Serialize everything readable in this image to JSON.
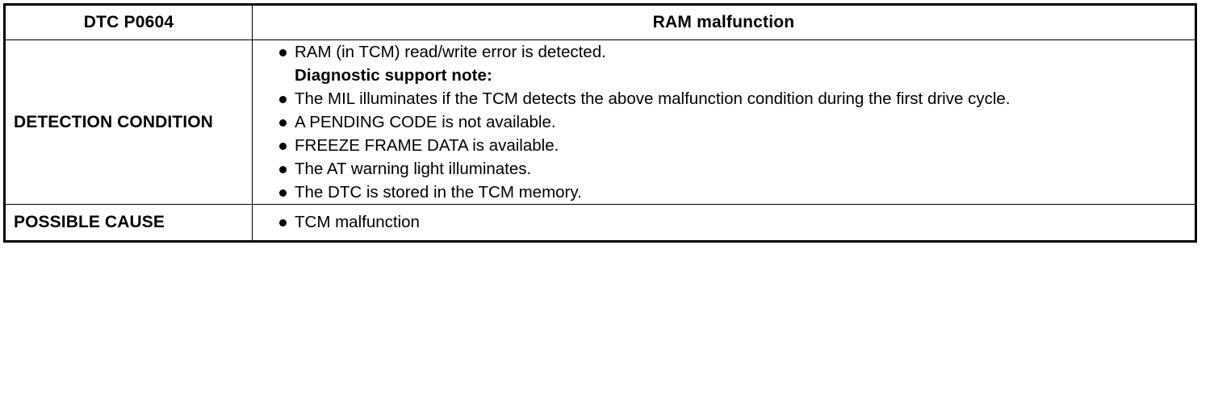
{
  "table": {
    "header": {
      "dtc_code": "DTC P0604",
      "fault_name": "RAM malfunction"
    },
    "rows": [
      {
        "label": "DETECTION CONDITION",
        "items": [
          {
            "kind": "bullet",
            "text": "RAM (in TCM) read/write error is detected."
          },
          {
            "kind": "note",
            "text": "Diagnostic support note:"
          },
          {
            "kind": "bullet",
            "text": "The MIL illuminates if the TCM detects the above malfunction condition during the first drive cycle."
          },
          {
            "kind": "bullet",
            "text": "A PENDING CODE is not available."
          },
          {
            "kind": "bullet",
            "text": "FREEZE FRAME DATA is available."
          },
          {
            "kind": "bullet",
            "text": "The AT warning light illuminates."
          },
          {
            "kind": "bullet",
            "text": "The DTC is stored in the TCM memory."
          }
        ]
      },
      {
        "label": "POSSIBLE CAUSE",
        "items": [
          {
            "kind": "bullet",
            "text": "TCM malfunction"
          }
        ]
      }
    ]
  },
  "colors": {
    "border": "#000000",
    "text": "#000000",
    "background": "#ffffff"
  }
}
